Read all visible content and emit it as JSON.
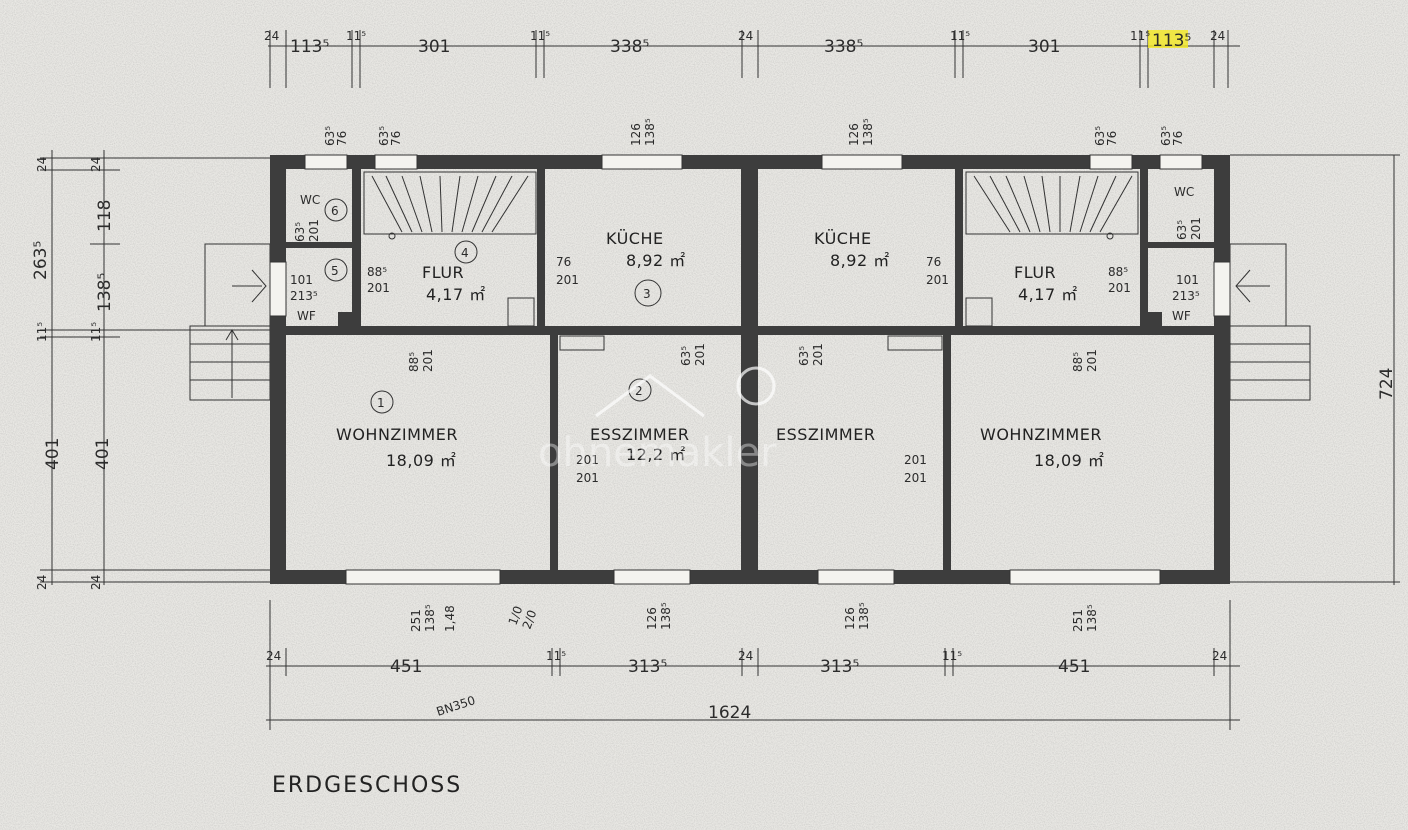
{
  "drawing": {
    "title": "ERDGESCHOSS",
    "watermark": "ohnemakler",
    "total_width": "1624",
    "total_depth": "724",
    "annotation": "BN350"
  },
  "dims_top": [
    "24",
    "113⁵",
    "11⁵",
    "301",
    "11⁵",
    "338⁵",
    "24",
    "338⁵",
    "11⁵",
    "301",
    "11⁵",
    "113⁵",
    "24"
  ],
  "dims_bottom": [
    "24",
    "451",
    "11⁵",
    "313⁵",
    "24",
    "313⁵",
    "11⁵",
    "451",
    "24"
  ],
  "dims_left_outer": [
    "24",
    "263⁵",
    "11⁵",
    "401",
    "24"
  ],
  "dims_left_inner": [
    "24",
    "118",
    "138⁵",
    "11⁵",
    "401",
    "24"
  ],
  "rooms": {
    "left": [
      {
        "num": "6",
        "name": "WC",
        "area": ""
      },
      {
        "num": "5",
        "name": "WF",
        "area": ""
      },
      {
        "num": "4",
        "name": "FLUR",
        "area": "4,17 ㎡"
      },
      {
        "num": "3",
        "name": "KÜCHE",
        "area": "8,92 ㎡"
      },
      {
        "num": "1",
        "name": "WOHNZIMMER",
        "area": "18,09 ㎡"
      },
      {
        "num": "2",
        "name": "ESSZIMMER",
        "area": "12,2 ㎡"
      }
    ],
    "right": [
      {
        "name": "WC",
        "area": ""
      },
      {
        "name": "WF",
        "area": ""
      },
      {
        "name": "FLUR",
        "area": "4,17 ㎡"
      },
      {
        "name": "KÜCHE",
        "area": "8,92 ㎡"
      },
      {
        "name": "WOHNZIMMER",
        "area": "18,09 ㎡"
      },
      {
        "name": "ESSZIMMER",
        "area": ""
      }
    ]
  },
  "openings": {
    "win_top_small": [
      "63⁵",
      "76"
    ],
    "win_top_kitchen": [
      "126",
      "138⁵"
    ],
    "door_wc": [
      "63⁵",
      "201"
    ],
    "door_wf": [
      "101",
      "213⁵"
    ],
    "door_flur": [
      "88⁵",
      "201"
    ],
    "door_kueche": [
      "76",
      "201"
    ],
    "door_wohn": [
      "88⁵",
      "201"
    ],
    "door_ess_top": [
      "63⁵",
      "201"
    ],
    "door_ess": [
      "201",
      "201"
    ],
    "win_bottom_wohn": [
      "251",
      "138⁵"
    ],
    "win_bottom_ess": [
      "126",
      "138⁵"
    ],
    "stair_note": [
      "1,48",
      "1/0",
      "2/0"
    ]
  }
}
